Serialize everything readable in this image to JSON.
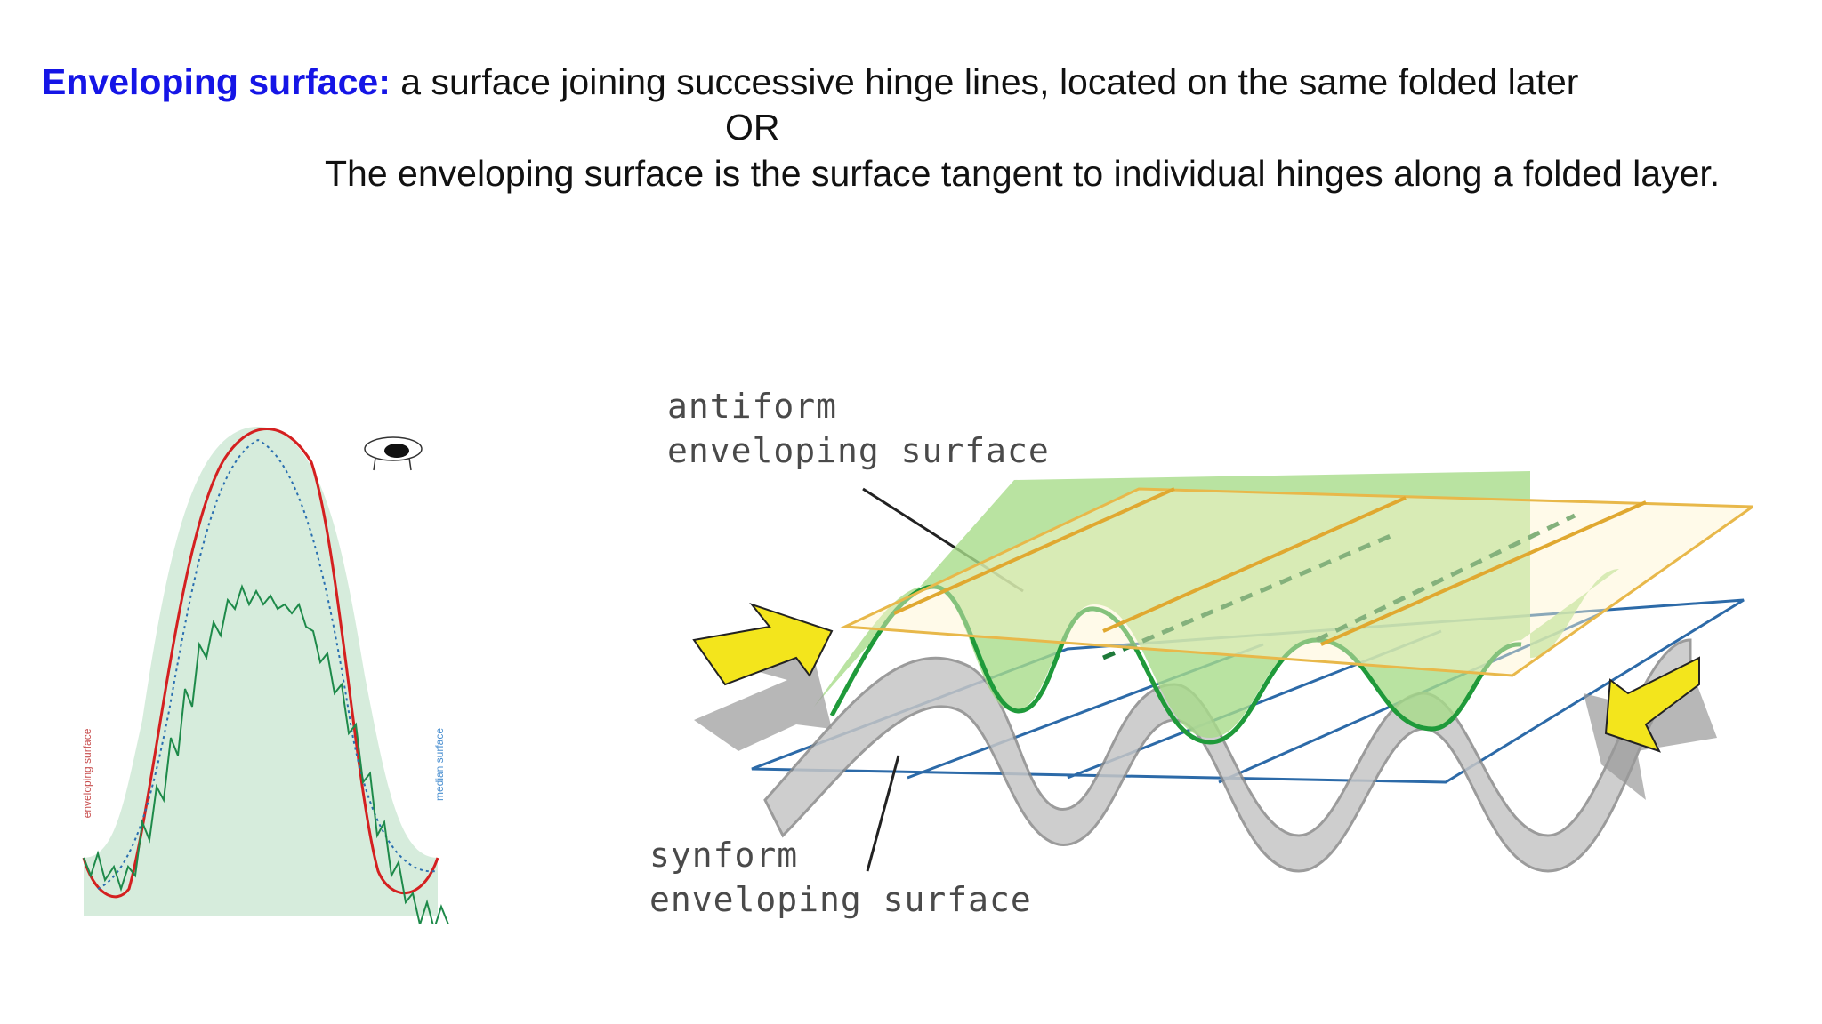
{
  "definition": {
    "term": "Enveloping surface:",
    "text": " a surface joining successive hinge lines, located on the same folded later",
    "or": "OR",
    "alt": "The enveloping surface is the surface tangent to individual hinges along a folded layer."
  },
  "left_figure": {
    "label_enveloping": "enveloping surface",
    "label_median": "median surface",
    "colors": {
      "enveloping": "#d42020",
      "layer": "#1e8a4a",
      "median": "#2a6fb0",
      "fill": "#d6ecdc"
    }
  },
  "right_figure": {
    "label_antiform": [
      "antiform",
      "enveloping surface"
    ],
    "label_synform": [
      "synform",
      "enveloping surface"
    ],
    "colors": {
      "antiform": "#e8b84a",
      "synform": "#2c6aa8",
      "fold": "#1f9a3a",
      "fold_fill": "#a8dc8a",
      "arrow": "#f3e51c"
    }
  }
}
